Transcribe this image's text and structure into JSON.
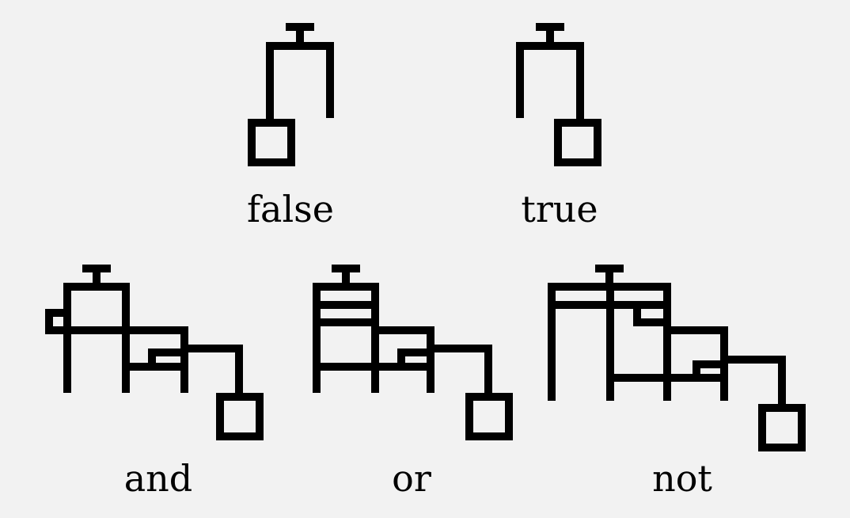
{
  "background_color": "#f2f2f2",
  "ink_color": "#000000",
  "figures": [
    {
      "id": "false",
      "label": "false"
    },
    {
      "id": "true",
      "label": "true"
    },
    {
      "id": "and",
      "label": "and"
    },
    {
      "id": "or",
      "label": "or"
    },
    {
      "id": "not",
      "label": "not"
    }
  ]
}
